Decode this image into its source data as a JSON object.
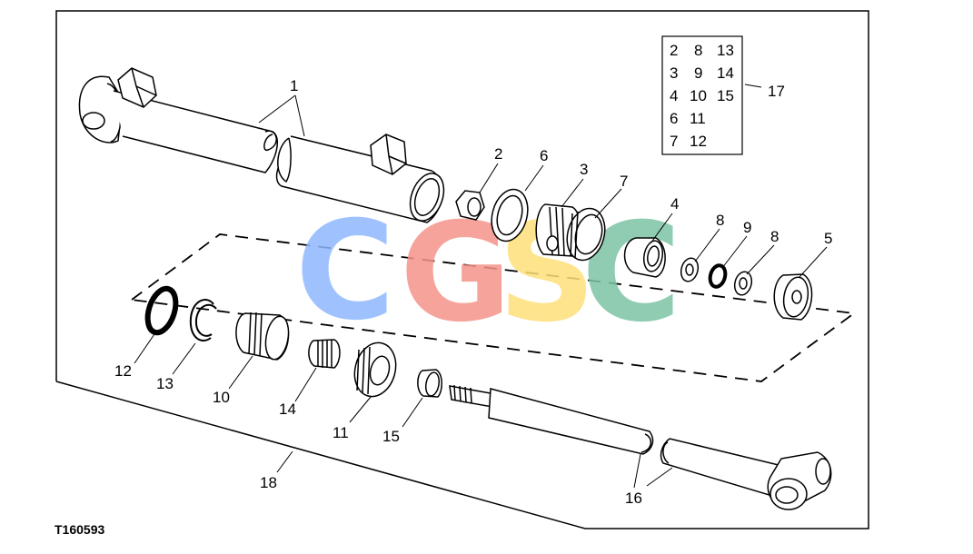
{
  "figure_id": "T160593",
  "callouts": {
    "c1": "1",
    "c2": "2",
    "c3": "3",
    "c4": "4",
    "c5": "5",
    "c6": "6",
    "c7": "7",
    "c8a": "8",
    "c8b": "8",
    "c9": "9",
    "c10": "10",
    "c11": "11",
    "c12": "12",
    "c13": "13",
    "c14": "14",
    "c15": "15",
    "c16": "16",
    "c17": "17",
    "c18": "18"
  },
  "kit_table": [
    [
      "2",
      "8",
      "13"
    ],
    [
      "3",
      "9",
      "14"
    ],
    [
      "4",
      "10",
      "15"
    ],
    [
      "6",
      "11",
      ""
    ],
    [
      "7",
      "12",
      ""
    ]
  ],
  "watermark": {
    "letters": [
      "C",
      "G",
      "S",
      "C"
    ],
    "colors": [
      "#8fb8ff",
      "#f4948a",
      "#fde07a",
      "#7cc4a4"
    ]
  }
}
